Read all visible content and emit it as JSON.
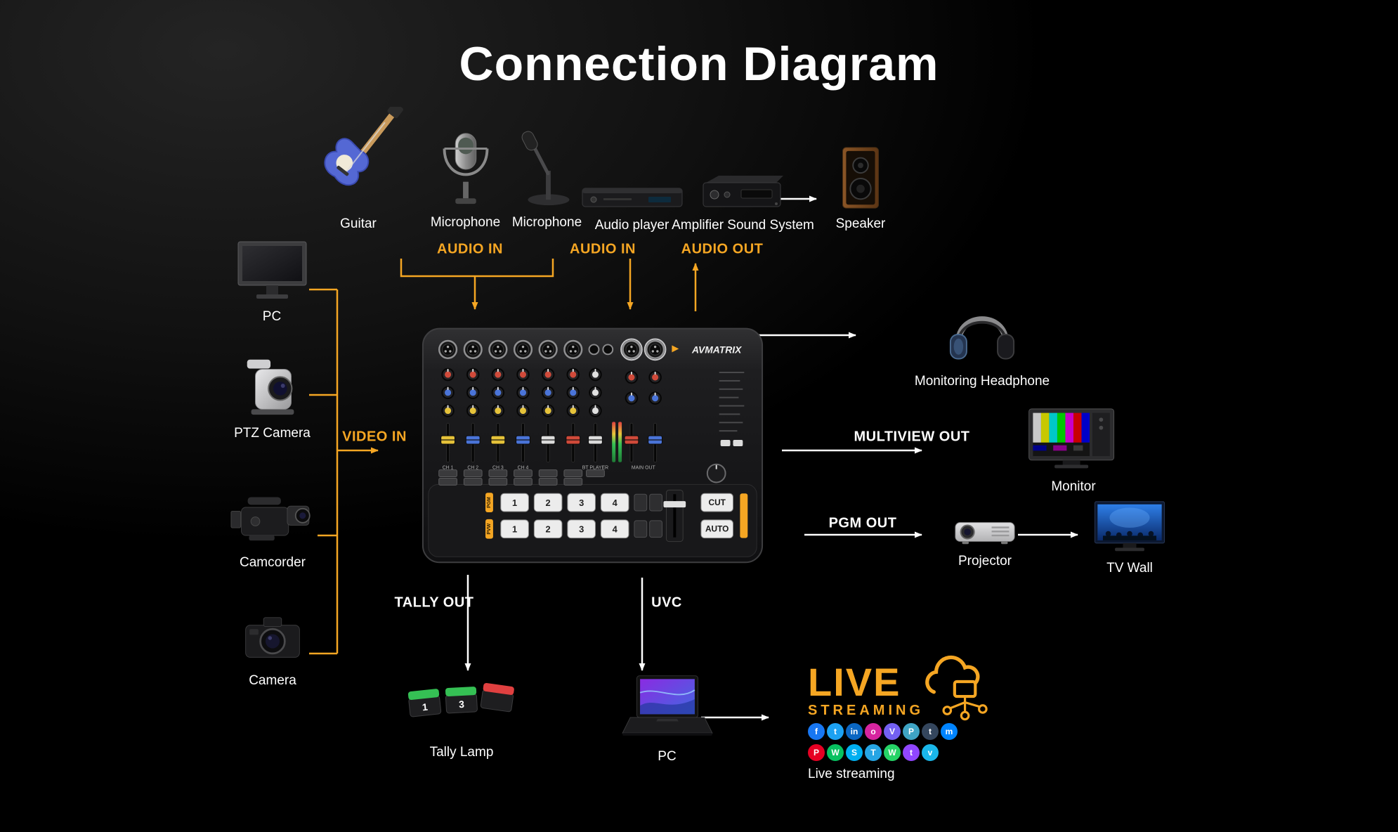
{
  "title": "Connection Diagram",
  "accent_color": "#F5A623",
  "nodes": {
    "guitar": {
      "label": "Guitar"
    },
    "microphone_studio": {
      "label": "Microphone"
    },
    "microphone_desk": {
      "label": "Microphone"
    },
    "audio_player": {
      "label": "Audio player"
    },
    "amplifier": {
      "label": "Amplifier Sound System"
    },
    "speaker": {
      "label": "Speaker"
    },
    "pc_source": {
      "label": "PC"
    },
    "ptz_camera": {
      "label": "PTZ Camera"
    },
    "camcorder": {
      "label": "Camcorder"
    },
    "camera": {
      "label": "Camera"
    },
    "monitoring_headphone": {
      "label": "Monitoring Headphone"
    },
    "monitor": {
      "label": "Monitor"
    },
    "projector": {
      "label": "Projector"
    },
    "tv_wall": {
      "label": "TV Wall"
    },
    "tally_lamp": {
      "label": "Tally Lamp"
    },
    "pc_stream": {
      "label": "PC"
    },
    "live_streaming": {
      "label": "Live streaming"
    }
  },
  "flows": {
    "audio_in_1": "AUDIO IN",
    "audio_in_2": "AUDIO IN",
    "audio_out": "AUDIO OUT",
    "video_in": "VIDEO IN",
    "tally_out": "TALLY OUT",
    "uvc": "UVC",
    "multiview_out": "MULTIVIEW OUT",
    "pgm_out": "PGM OUT"
  },
  "mixer": {
    "brand": "AVMATRIX",
    "cut": "CUT",
    "auto": "AUTO",
    "pgm": "PGM",
    "pvw": "PVW",
    "channels": [
      "1",
      "2",
      "3",
      "4"
    ],
    "channel_labels": [
      "CH 1",
      "CH 2",
      "CH 3",
      "CH 4"
    ],
    "bt_player": "BT PLAYER",
    "main_out": "MAIN OUT"
  },
  "tally": {
    "numbers": [
      "1",
      "3"
    ]
  },
  "live_logo": {
    "line1": "LIVE",
    "line2": "STREAMING"
  },
  "social": {
    "row1": [
      {
        "name": "facebook",
        "glyph": "f",
        "color": "#1877F2"
      },
      {
        "name": "twitter",
        "glyph": "t",
        "color": "#1DA1F2"
      },
      {
        "name": "linkedin",
        "glyph": "in",
        "color": "#0A66C2"
      },
      {
        "name": "instagram",
        "glyph": "o",
        "color": "#D6249F"
      },
      {
        "name": "viber",
        "glyph": "V",
        "color": "#7360F2"
      },
      {
        "name": "periscope",
        "glyph": "P",
        "color": "#3FA4C4"
      },
      {
        "name": "tumblr",
        "glyph": "t",
        "color": "#34465D"
      },
      {
        "name": "messenger",
        "glyph": "m",
        "color": "#0084FF"
      }
    ],
    "row2": [
      {
        "name": "pinterest",
        "glyph": "P",
        "color": "#E60023"
      },
      {
        "name": "wechat",
        "glyph": "W",
        "color": "#07C160"
      },
      {
        "name": "skype",
        "glyph": "S",
        "color": "#00AFF0"
      },
      {
        "name": "telegram",
        "glyph": "T",
        "color": "#26A5E4"
      },
      {
        "name": "whatsapp",
        "glyph": "W",
        "color": "#25D366"
      },
      {
        "name": "twitch",
        "glyph": "t",
        "color": "#9146FF"
      },
      {
        "name": "vimeo",
        "glyph": "v",
        "color": "#1AB7EA"
      }
    ]
  }
}
